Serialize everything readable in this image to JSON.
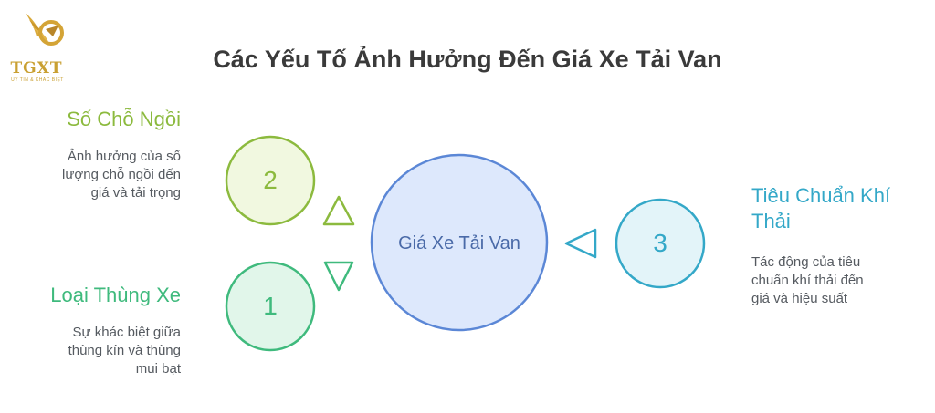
{
  "logo": {
    "name": "TGXT",
    "tagline": "UY TÍN & KHÁC BIỆT",
    "icon": "eagle-wing-logo"
  },
  "title": "Các Yếu Tố Ảnh Hưởng Đến Giá Xe Tải Van",
  "center": {
    "label": "Giá Xe Tải Van",
    "fill": "#dde8fc",
    "stroke": "#5b87d6"
  },
  "factors": [
    {
      "number": "2",
      "heading": "Số Chỗ Ngồi",
      "description": [
        "Ảnh hưởng của số",
        "lượng chỗ ngồi đến",
        "giá và tải trọng"
      ],
      "color": "#8cba3e",
      "fill": "#f1f8e0"
    },
    {
      "number": "1",
      "heading": "Loại Thùng Xe",
      "description": [
        "Sự khác biệt giữa",
        "thùng kín và thùng",
        "mui bạt"
      ],
      "color": "#3fba7d",
      "fill": "#e1f6ea"
    },
    {
      "number": "3",
      "heading": "Tiêu Chuẩn Khí Thải",
      "heading_lines": [
        "Tiêu Chuẩn Khí",
        "Thải"
      ],
      "description": [
        "Tác động của tiêu",
        "chuẩn khí thải đến",
        "giá và hiệu suất"
      ],
      "color": "#34a8c8",
      "fill": "#e3f4f9"
    }
  ]
}
